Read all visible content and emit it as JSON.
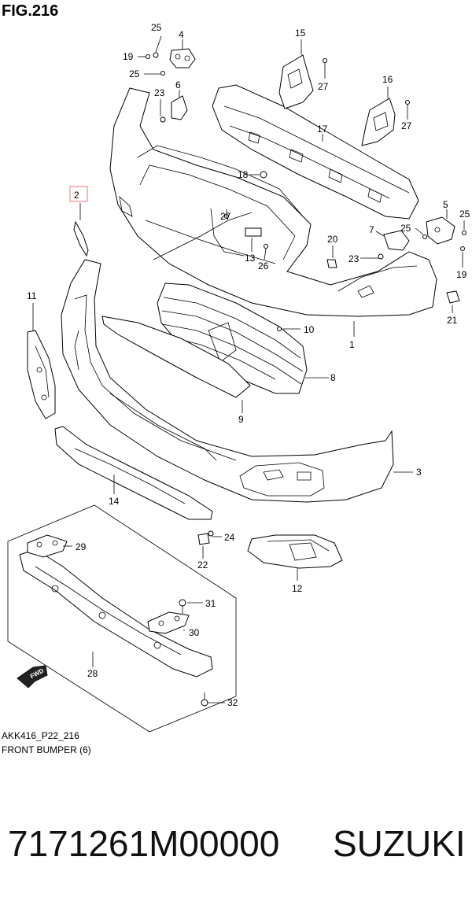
{
  "figure": {
    "title": "FIG.216",
    "code": "AKK416_P22_216",
    "name": "FRONT BUMPER (6)"
  },
  "callouts": [
    {
      "id": "c1",
      "label": "1"
    },
    {
      "id": "c2",
      "label": "2",
      "highlighted": true
    },
    {
      "id": "c3",
      "label": "3"
    },
    {
      "id": "c4",
      "label": "4"
    },
    {
      "id": "c5",
      "label": "5"
    },
    {
      "id": "c6",
      "label": "6"
    },
    {
      "id": "c7",
      "label": "7"
    },
    {
      "id": "c8",
      "label": "8"
    },
    {
      "id": "c9",
      "label": "9"
    },
    {
      "id": "c10",
      "label": "10"
    },
    {
      "id": "c11",
      "label": "11"
    },
    {
      "id": "c12",
      "label": "12"
    },
    {
      "id": "c13",
      "label": "13"
    },
    {
      "id": "c14",
      "label": "14"
    },
    {
      "id": "c15",
      "label": "15"
    },
    {
      "id": "c16",
      "label": "16"
    },
    {
      "id": "c17",
      "label": "17"
    },
    {
      "id": "c18",
      "label": "18"
    },
    {
      "id": "c19a",
      "label": "19"
    },
    {
      "id": "c19b",
      "label": "19"
    },
    {
      "id": "c20",
      "label": "20"
    },
    {
      "id": "c21",
      "label": "21"
    },
    {
      "id": "c22",
      "label": "22"
    },
    {
      "id": "c23a",
      "label": "23"
    },
    {
      "id": "c23b",
      "label": "23"
    },
    {
      "id": "c24",
      "label": "24"
    },
    {
      "id": "c25a",
      "label": "25"
    },
    {
      "id": "c25b",
      "label": "25"
    },
    {
      "id": "c25c",
      "label": "25"
    },
    {
      "id": "c25d",
      "label": "25"
    },
    {
      "id": "c26",
      "label": "26"
    },
    {
      "id": "c27a",
      "label": "27"
    },
    {
      "id": "c27b",
      "label": "27"
    },
    {
      "id": "c27c",
      "label": "27"
    },
    {
      "id": "c28",
      "label": "28"
    },
    {
      "id": "c29",
      "label": "29"
    },
    {
      "id": "c30",
      "label": "30"
    },
    {
      "id": "c31",
      "label": "31"
    },
    {
      "id": "c32",
      "label": "32"
    }
  ],
  "fwd_label": "FWD",
  "highlight_color": "#e87878",
  "footer": {
    "part_number": "7171261M00000",
    "brand": "SUZUKI"
  }
}
